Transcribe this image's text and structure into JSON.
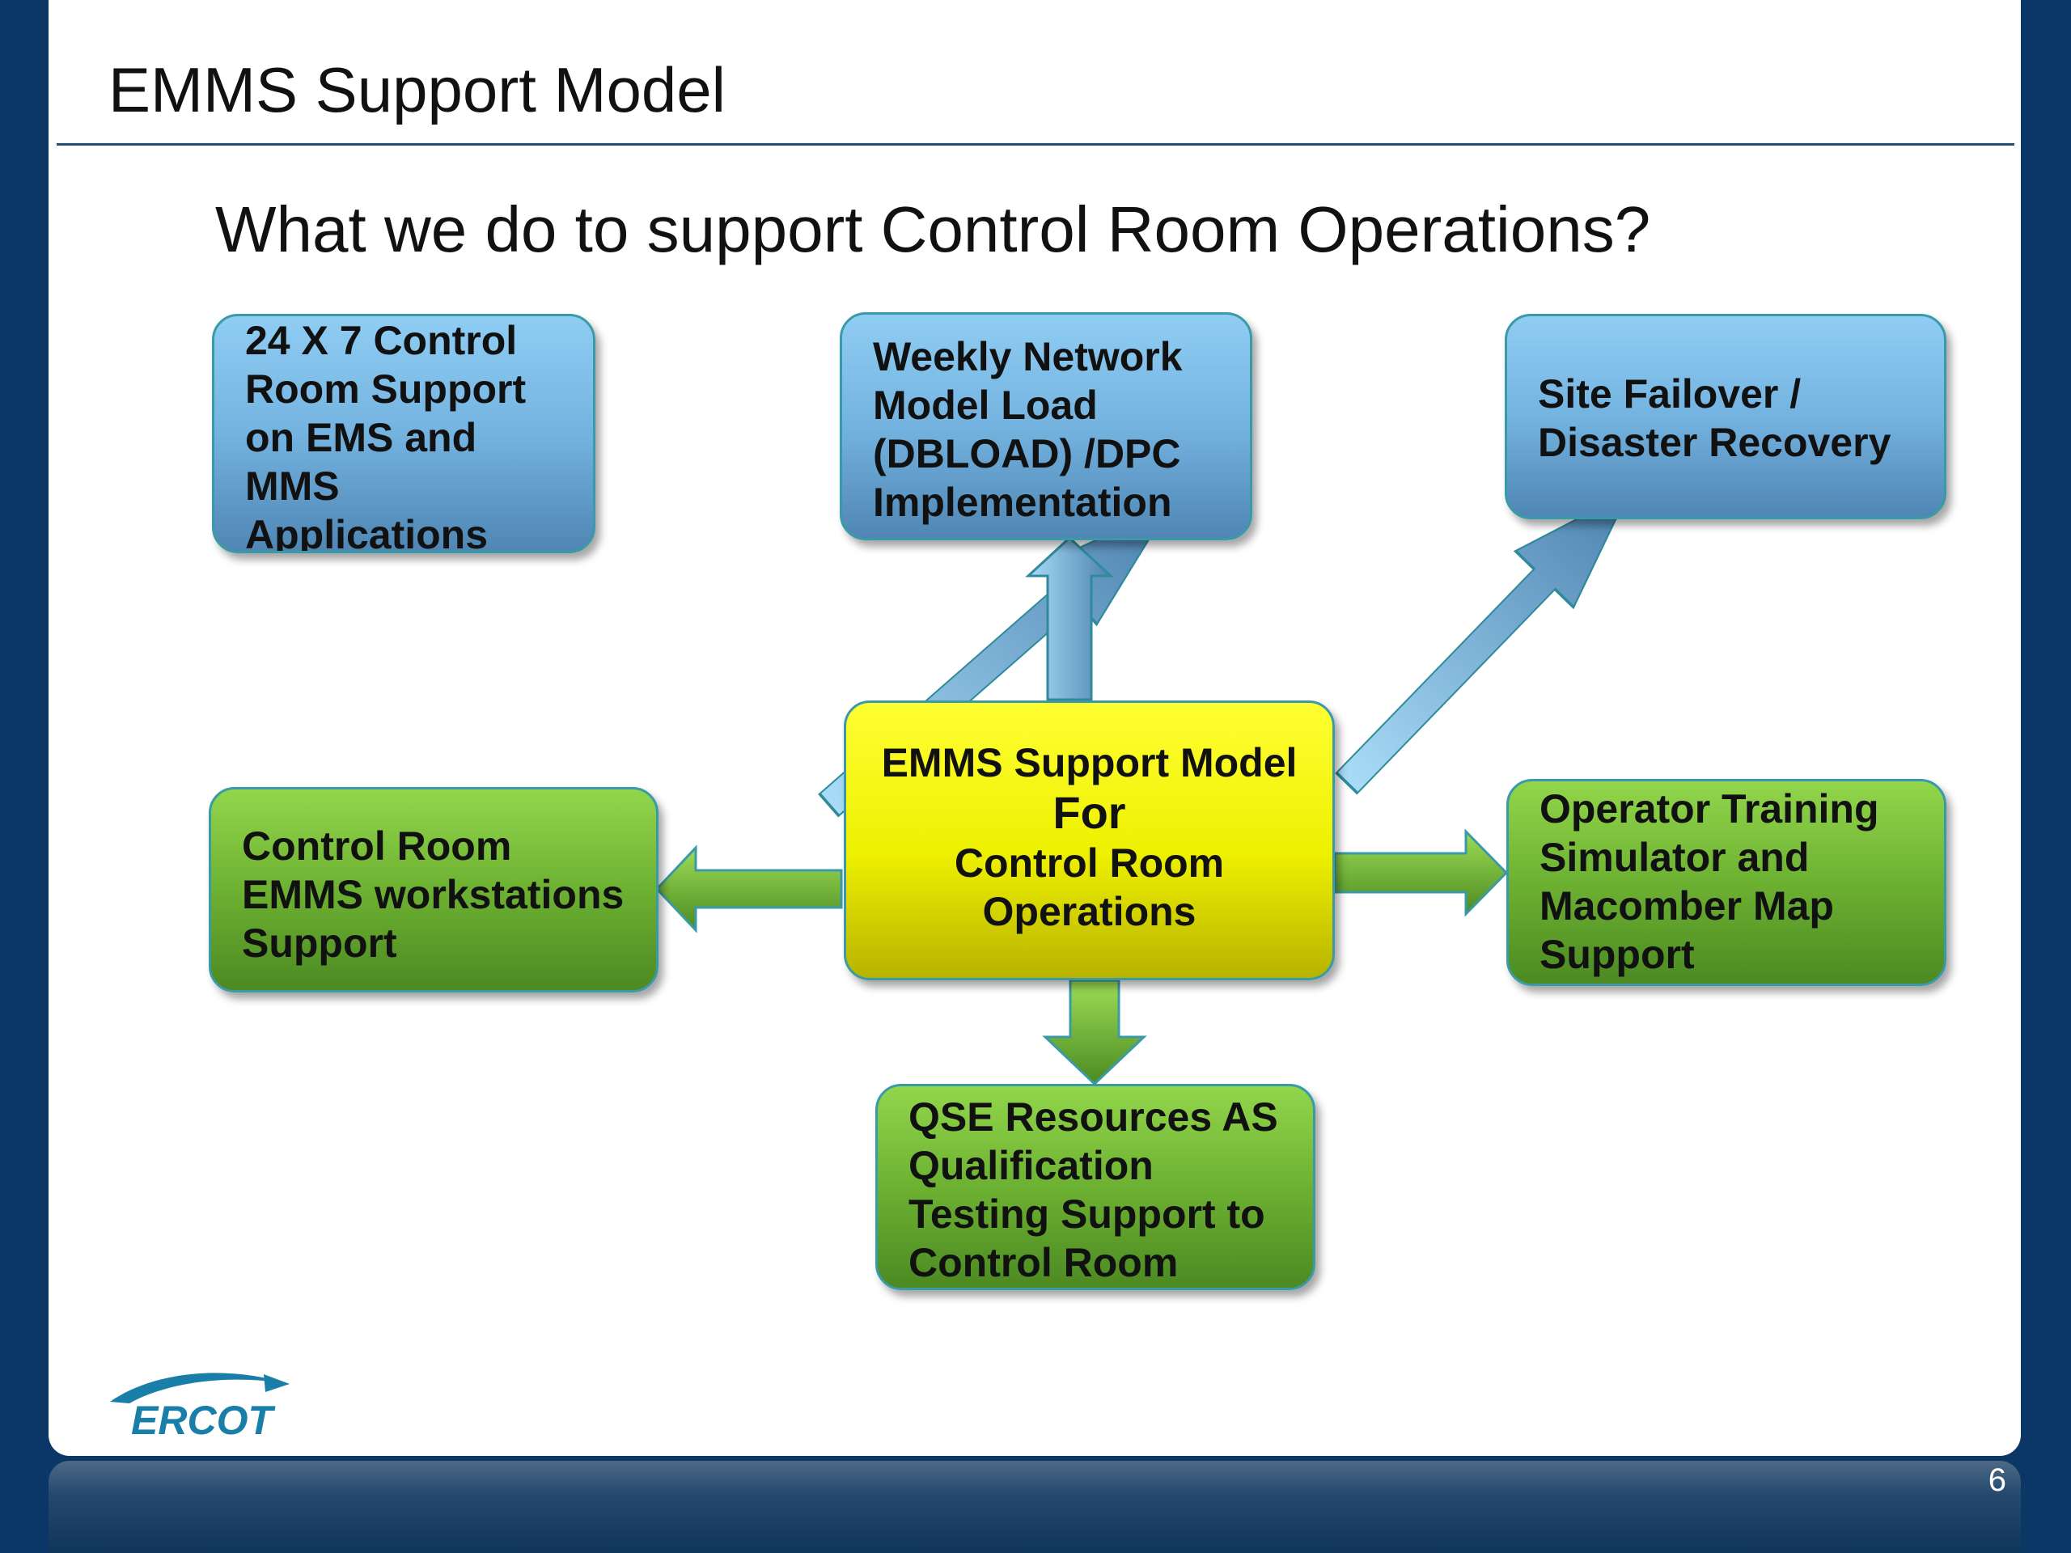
{
  "slide": {
    "title": "EMMS Support Model",
    "subtitle": "What we do to support Control Room Operations?",
    "page_number": "6",
    "logo_text": "ERCOT"
  },
  "diagram": {
    "center": {
      "line1": "EMMS Support Model",
      "line2": "For",
      "line3": "Control Room",
      "line4": "Operations"
    },
    "top_left": {
      "lines": [
        "24 X 7 Control",
        "Room Support",
        "on EMS and",
        "MMS",
        "Applications"
      ]
    },
    "top_center": {
      "lines": [
        "Weekly Network",
        "Model Load",
        "(DBLOAD) /DPC",
        "Implementation"
      ]
    },
    "top_right": {
      "lines": [
        "Site Failover /",
        "Disaster Recovery"
      ]
    },
    "mid_left": {
      "lines": [
        "Control Room",
        "EMMS workstations",
        "Support"
      ]
    },
    "mid_right": {
      "lines": [
        "Operator Training",
        "Simulator and",
        "Macomber Map",
        "Support"
      ]
    },
    "bottom": {
      "lines": [
        "QSE Resources AS",
        "Qualification",
        "Testing Support to",
        "Control Room"
      ]
    }
  },
  "colors": {
    "background": "#0b3766",
    "blue_box": "#74b3e0",
    "green_box": "#6db132",
    "center_box": "#eef000",
    "rule": "#1f4e79"
  }
}
